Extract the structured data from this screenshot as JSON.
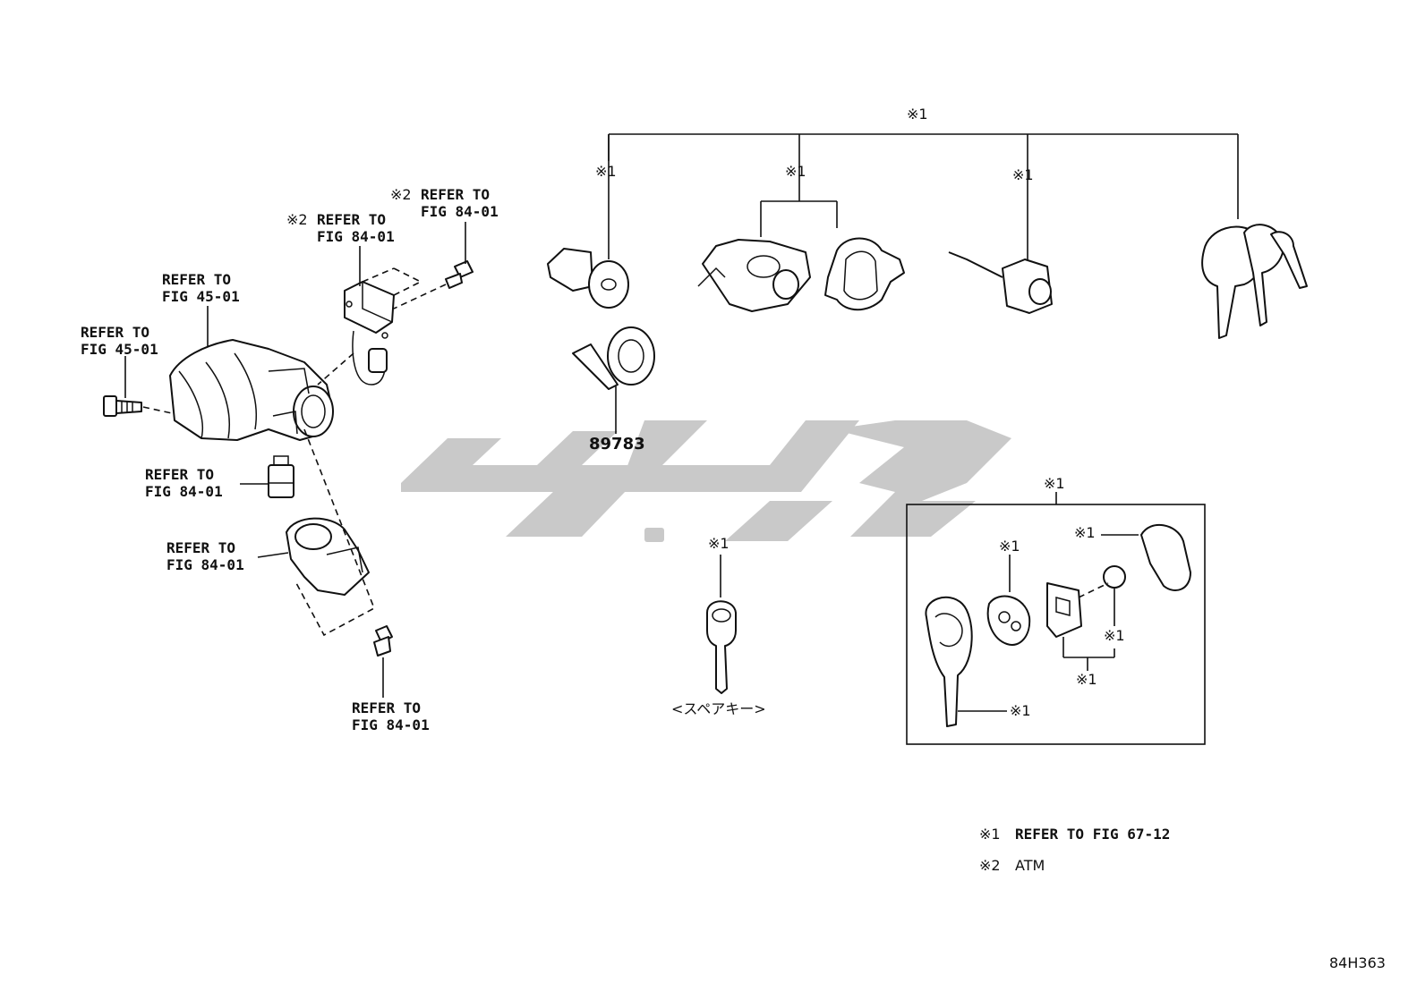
{
  "labels": {
    "refer_fig_45_01_a": [
      "REFER TO",
      "FIG 45-01"
    ],
    "refer_fig_45_01_b": [
      "REFER TO",
      "FIG 45-01"
    ],
    "refer_atm_84_01_a": {
      "mark": "※2",
      "lines": [
        "REFER TO",
        "FIG 84-01"
      ]
    },
    "refer_atm_84_01_b": {
      "mark": "※2",
      "lines": [
        "REFER TO",
        "FIG 84-01"
      ]
    },
    "refer_fig_84_01_a": [
      "REFER TO",
      "FIG 84-01"
    ],
    "refer_fig_84_01_b": [
      "REFER TO",
      "FIG 84-01"
    ],
    "refer_fig_84_01_c": [
      "REFER TO",
      "FIG 84-01"
    ],
    "part_number": "89783",
    "spare_key": "<スペアキー>",
    "mark1": "※1",
    "diagram_code": "84H363"
  },
  "legend": [
    {
      "mark": "※1",
      "text": "REFER TO FIG 67-12"
    },
    {
      "mark": "※2",
      "text": "ATM"
    }
  ],
  "colors": {
    "line": "#111111",
    "watermark": "#c9c9c9",
    "background": "#ffffff"
  }
}
